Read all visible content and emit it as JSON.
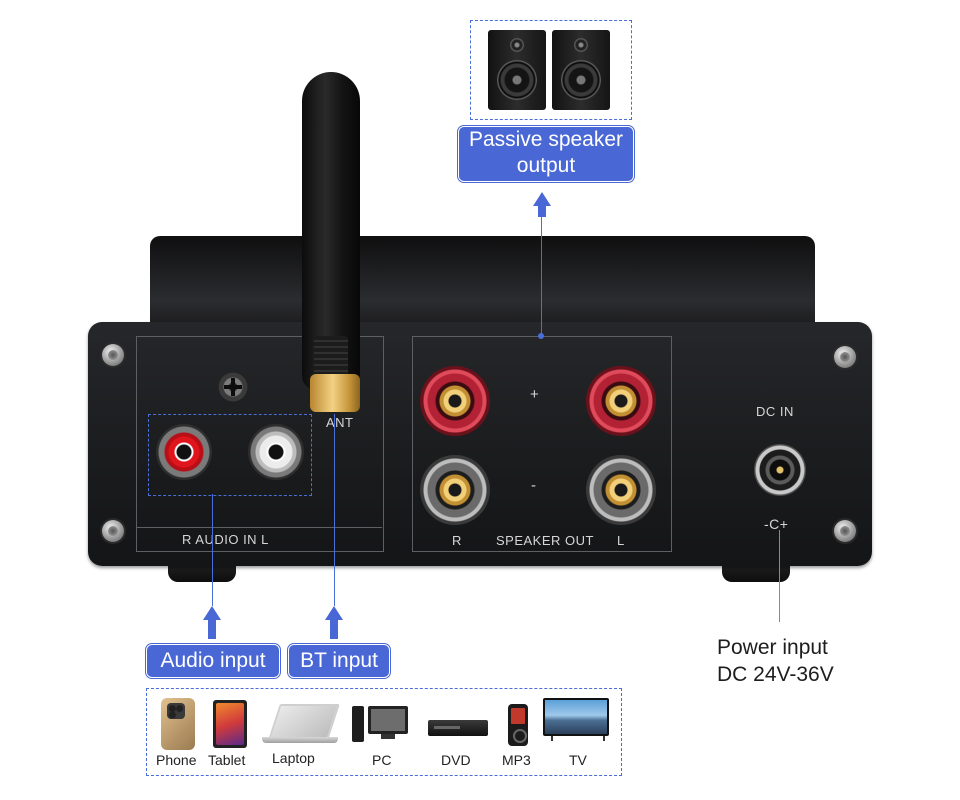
{
  "panel": {
    "audio_in_label": "R  AUDIO IN  L",
    "ant_label": "ANT",
    "plus_label": "+",
    "minus_label": "-",
    "spk_r_label": "R",
    "spk_out_label": "SPEAKER OUT",
    "spk_l_label": "L",
    "dc_in_label": "DC IN",
    "polarity_symbol": "-C+"
  },
  "callouts": {
    "passive_speaker_line1": "Passive speaker",
    "passive_speaker_line2": "output",
    "audio_input": "Audio input",
    "bt_input": "BT input",
    "power_line1": "Power input",
    "power_line2": "DC 24V-36V"
  },
  "devices": [
    {
      "label": "Phone",
      "icon": "phone-icon"
    },
    {
      "label": "Tablet",
      "icon": "tablet-icon"
    },
    {
      "label": "Laptop",
      "icon": "laptop-icon"
    },
    {
      "label": "PC",
      "icon": "pc-icon"
    },
    {
      "label": "DVD",
      "icon": "dvd-icon"
    },
    {
      "label": "MP3",
      "icon": "mp3-icon"
    },
    {
      "label": "TV",
      "icon": "tv-icon"
    }
  ],
  "colors": {
    "callout_blue": "#4a67d6",
    "jack_red": "#e0141c",
    "post_red": "#b22234",
    "panel_black": "#1b1c1e"
  }
}
